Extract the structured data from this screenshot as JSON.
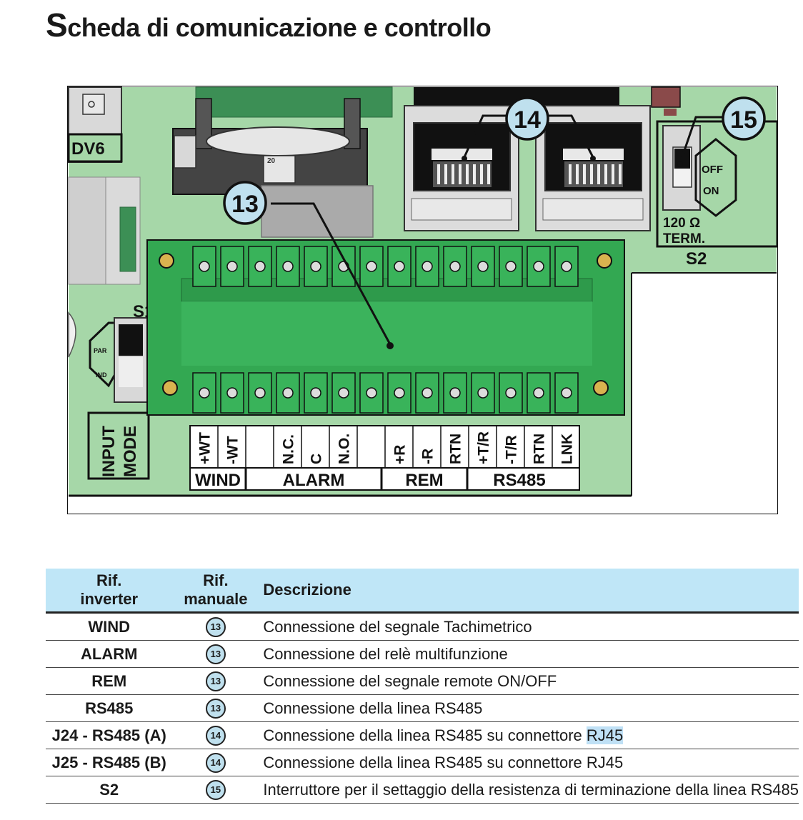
{
  "page": {
    "title_first": "S",
    "title_rest": "cheda di comunicazione e controllo"
  },
  "figure": {
    "callouts": [
      "13",
      "14",
      "15"
    ],
    "labels": {
      "dv6": "DV6",
      "s1": "S1",
      "s2": "S2",
      "par": "PAR",
      "ind": "IND",
      "off": "OFF",
      "on": "ON",
      "term1": "120 Ω",
      "term2": "TERM.",
      "input": "INPUT",
      "mode": "MODE",
      "battery": "20"
    },
    "terminals": [
      "+WT",
      "-WT",
      "",
      "N.C.",
      "C",
      "N.O.",
      "",
      "+R",
      "-R",
      "RTN",
      "+T/R",
      "-T/R",
      "RTN",
      "LNK"
    ],
    "groups": [
      "WIND",
      "ALARM",
      "REM",
      "RS485"
    ]
  },
  "table": {
    "headers": {
      "col1_line1": "Rif.",
      "col1_line2": "inverter",
      "col2_line1": "Rif.",
      "col2_line2": "manuale",
      "col3": "Descrizione"
    },
    "rows": [
      {
        "inverter": "WIND",
        "manual": "13",
        "description": "Connessione del segnale Tachimetrico"
      },
      {
        "inverter": "ALARM",
        "manual": "13",
        "description": "Connessione del relè multifunzione"
      },
      {
        "inverter": "REM",
        "manual": "13",
        "description": "Connessione del segnale remote ON/OFF"
      },
      {
        "inverter": "RS485",
        "manual": "13",
        "description": "Connessione della linea RS485"
      },
      {
        "inverter": "J24 - RS485 (A)",
        "manual": "14",
        "description_pre": "Connessione della linea RS485 su connettore ",
        "description_hl": "RJ45"
      },
      {
        "inverter": "J25 - RS485 (B)",
        "manual": "14",
        "description": "Connessione della linea RS485 su connettore RJ45"
      },
      {
        "inverter": "S2",
        "manual": "15",
        "description": "Interruttore per il settaggio della resistenza di terminazione della linea RS485"
      }
    ]
  },
  "colors": {
    "board": "#a6d7a8",
    "terminal_block": "#33a852",
    "callout_fill": "#bfe0ee",
    "table_header": "#bfe6f7"
  }
}
